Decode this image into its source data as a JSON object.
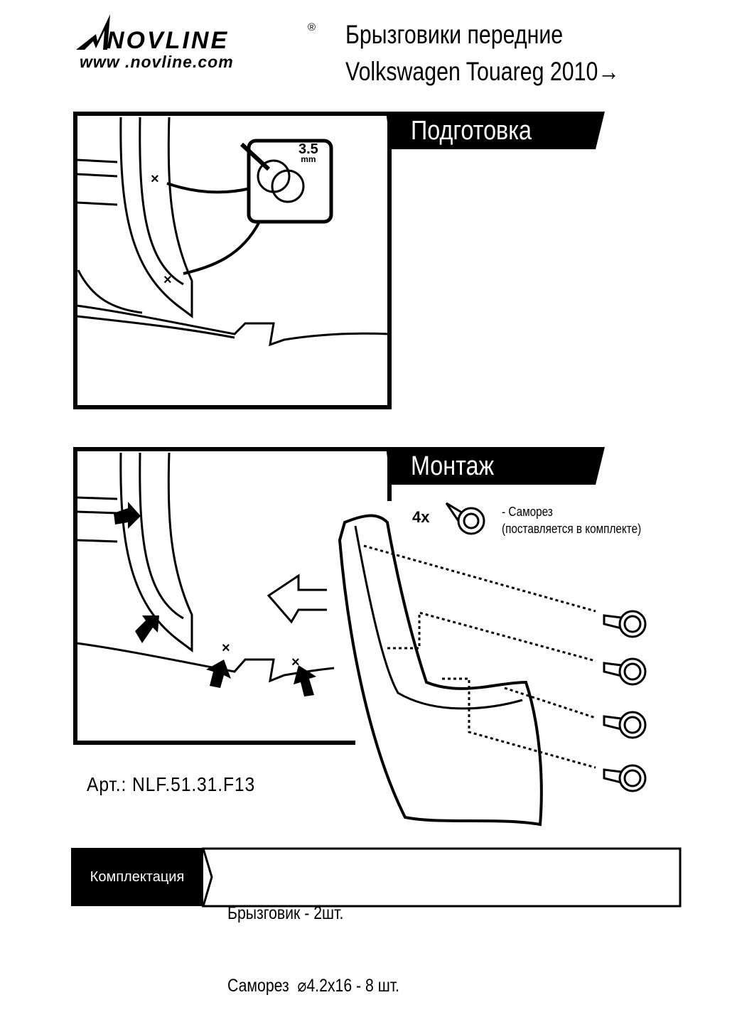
{
  "header": {
    "brand": "NOVLINE",
    "registered": "®",
    "website": "www .novline.com",
    "title_line1": "Брызговики передние",
    "title_line2": "Volkswagen Touareg 2010→"
  },
  "step1": {
    "title": "Подготовка",
    "drill_size": "3.5",
    "drill_unit": "mm"
  },
  "step2": {
    "title": "Монтаж",
    "screw_qty": "4x",
    "screw_label": "- Саморез",
    "screw_note": "(поставляется в комплекте)"
  },
  "article": "Арт.: NLF.51.31.F13",
  "kit": {
    "label": "Комплектация",
    "items": [
      "Брызговик - 2шт.",
      "Саморез  ⌀4.2x16 - 8 шт."
    ]
  }
}
